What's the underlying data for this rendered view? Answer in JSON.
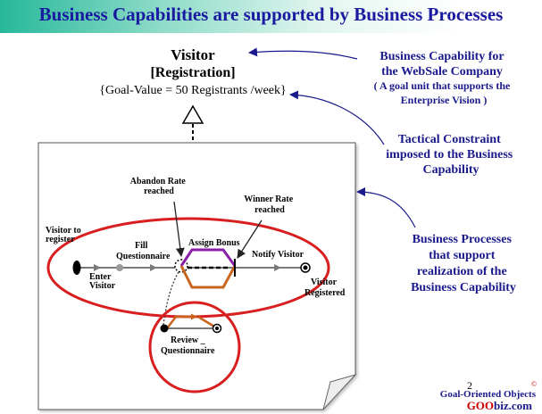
{
  "slide": {
    "title": "Business Capabilities are supported by Business Processes",
    "page_number": "2"
  },
  "capability": {
    "name": "Visitor",
    "subname": "[Registration]",
    "goal": "{Goal-Value = 50 Registrants /week}"
  },
  "callouts": {
    "capability_note": [
      "Business Capability for",
      "the WebSale Company",
      "( A goal unit that supports the",
      "Enterprise Vision )"
    ],
    "constraint_note": [
      "Tactical Constraint",
      "imposed to the Business",
      "Capability"
    ],
    "process_note": [
      "Business Processes",
      "that support",
      "realization of the",
      "Business Capability"
    ]
  },
  "process": {
    "start_label": [
      "Visitor      to",
      "register"
    ],
    "enter_label": [
      "Enter",
      "Visitor"
    ],
    "fill_label": [
      "Fill",
      "Questionnaire"
    ],
    "abandon_label": [
      "Abandon Rate",
      "reached"
    ],
    "winner_label": [
      "Winner    Rate",
      "reached"
    ],
    "assign_label": "Assign Bonus",
    "notify_label": "Notify Visitor",
    "end_label": [
      "Visitor",
      "Registered"
    ],
    "review_label": [
      "Review _",
      "Questionnaire"
    ]
  },
  "brand": {
    "tagline": "Goal-Oriented Objects",
    "site_prefix": "GOO",
    "site_suffix": "biz.com",
    "mark": "©"
  },
  "colors": {
    "title": "#1a1aa0",
    "callout_text": "#1a1a8c",
    "ellipse": "#d81e1e",
    "purple_path": "#8b1fa8",
    "orange_path": "#c8641e",
    "brand_red": "#cc0000"
  }
}
